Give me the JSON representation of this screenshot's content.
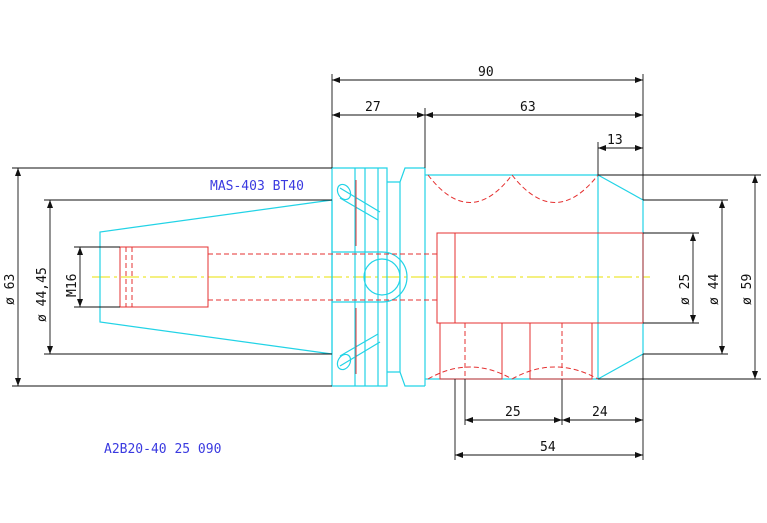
{
  "labels": {
    "standard": "MAS-403 BT40",
    "part_number": "A2B20-40 25 090"
  },
  "dimensions": {
    "total_length": "90",
    "flange_length": "27",
    "body_length": "63",
    "nose_length": "13",
    "clamp_length_54": "54",
    "clamp_length_25": "25",
    "clamp_length_24": "24",
    "dia_63": "ø 63",
    "dia_4445": "ø 44,45",
    "thread_m16": "M16",
    "dia_25": "ø 25",
    "dia_44": "ø 44",
    "dia_59": "ø 59"
  },
  "colors": {
    "outline": "#22d3e6",
    "hidden": "#e53030",
    "centerline": "#e8e000",
    "dimension": "#111111",
    "annotation": "#3a3ae0"
  }
}
